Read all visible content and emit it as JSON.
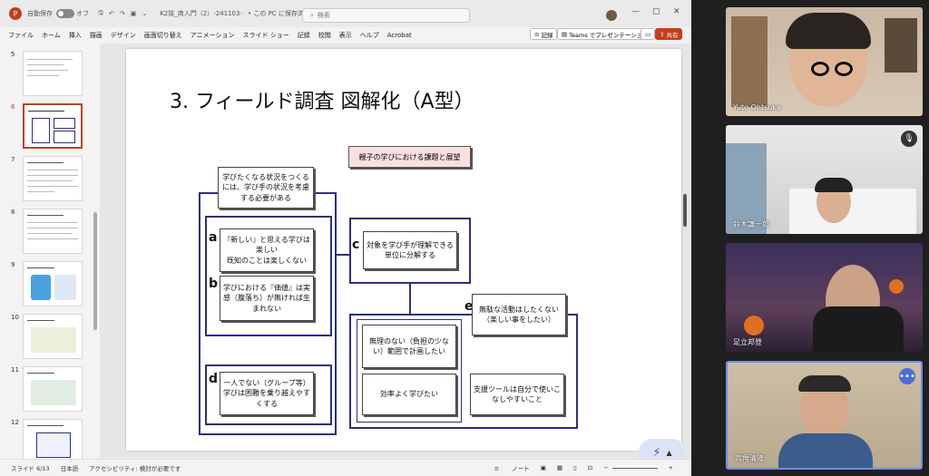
{
  "titlebar": {
    "autosave_label": "自動保存",
    "autosave_state": "オフ",
    "filename": "K2誌_商入門（2）-241103-",
    "save_status": "• この PC に保存済み",
    "search_placeholder": "検索"
  },
  "menu": {
    "items": [
      "ファイル",
      "ホーム",
      "挿入",
      "描画",
      "デザイン",
      "画面切り替え",
      "アニメーション",
      "スライド ショー",
      "記録",
      "校閲",
      "表示",
      "ヘルプ",
      "Acrobat"
    ],
    "record_button": "記録",
    "teams_button": "Teams でプレゼンテーション",
    "share_button": "共有"
  },
  "thumbnails": [
    {
      "num": "5"
    },
    {
      "num": "6"
    },
    {
      "num": "7"
    },
    {
      "num": "8"
    },
    {
      "num": "9"
    },
    {
      "num": "10"
    },
    {
      "num": "11"
    },
    {
      "num": "12"
    }
  ],
  "slide": {
    "title": "3. フィールド調査 図解化（A型）",
    "heading": "親子の学びにおける課題と展望",
    "top_box": "学びたくなる状況をつくるには、学び手の状況を考慮する必要がある",
    "a_label": "a",
    "a_text": "『新しい』と思える学びは楽しい\n既知のことは楽しくない",
    "b_label": "b",
    "b_text": "学びにおける『価値』は実感（腹落ち）が無ければ生まれない",
    "c_label": "c",
    "c_text": "対象を学び手が理解できる単位に分解する",
    "d_label": "d",
    "d_text": "一人でない（グループ等）学びは困難を乗り越えやすくする",
    "e_label": "e",
    "e_text": "無駄な活動はしたくない（楽しい事をしたい）",
    "inner1": "無理のない（負担の少ない）範囲で計画したい",
    "inner2": "効率よく学びたい",
    "inner3": "支援ツールは自分で使いこなしやすいこと"
  },
  "status": {
    "slide_count": "スライド 6/13",
    "language": "日本語",
    "accessibility": "アクセシビリティ: 検討が必要です",
    "notes": "ノート"
  },
  "participants": [
    {
      "name": "Yuto Ohtsuka"
    },
    {
      "name": "鈴木謙一郎"
    },
    {
      "name": "足立邦登"
    },
    {
      "name": "両角清隆"
    }
  ]
}
